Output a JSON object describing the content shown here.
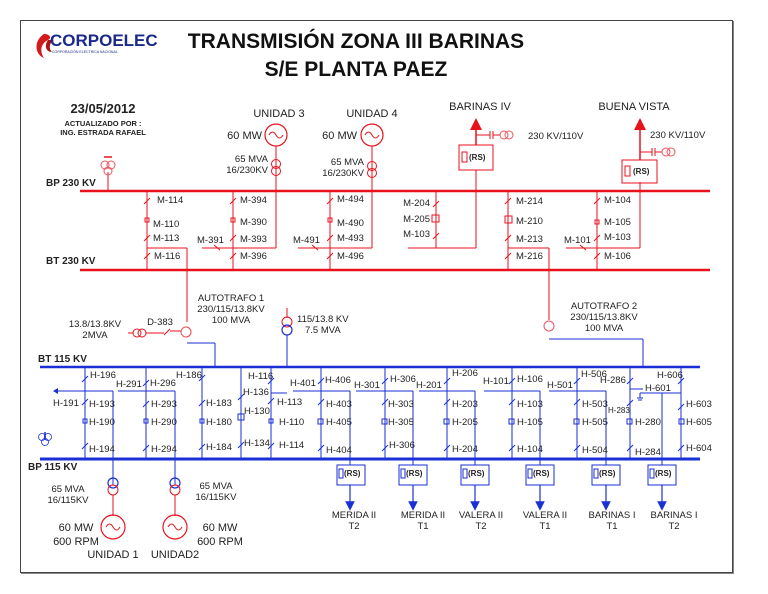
{
  "logo": {
    "name": "CORPOELEC",
    "subtitle": "CORPORACIÓN ELÉCTRICA NACIONAL"
  },
  "title": {
    "line1": "TRANSMISIÓN ZONA III BARINAS",
    "line2": "S/E PLANTA PAEZ"
  },
  "info": {
    "date": "23/05/2012",
    "updated_by_label": "ACTUALIZADO POR :",
    "updated_by": "ING. ESTRADA RAFAEL"
  },
  "colors": {
    "hv_230": "#e8121c",
    "hv_115": "#1a2fd6",
    "frame": "#444444"
  },
  "buses": {
    "bp230": "BP 230 KV",
    "bt230": "BT 230 KV",
    "bt115": "BT 115 KV",
    "bp115": "BP 115 KV"
  },
  "units": {
    "u3": {
      "name": "UNIDAD 3",
      "power": "60 MW",
      "tr_mva": "65 MVA",
      "tr_kv": "16/230KV"
    },
    "u4": {
      "name": "UNIDAD 4",
      "power": "60 MW",
      "tr_mva": "65 MVA",
      "tr_kv": "16/230KV"
    },
    "u1": {
      "name": "UNIDAD 1",
      "power": "60 MW",
      "rpm": "600 RPM",
      "tr_mva": "65 MVA",
      "tr_kv": "16/115KV"
    },
    "u2": {
      "name": "UNIDAD2",
      "power": "60 MW",
      "rpm": "600 RPM",
      "tr_mva": "65 MVA",
      "tr_kv": "16/115KV"
    }
  },
  "lines_230": {
    "barinas_iv": {
      "name": "BARINAS IV",
      "pt": "230 KV/110V",
      "rs": "(RS)"
    },
    "buena_vista": {
      "name": "BUENA VISTA",
      "pt": "230 KV/110V",
      "rs": "(RS)"
    }
  },
  "autotrafos": {
    "at1": {
      "name": "AUTOTRAFO 1",
      "kv": "230/115/13.8KV",
      "mva": "100 MVA"
    },
    "at2": {
      "name": "AUTOTRAFO 2",
      "kv": "230/115/13.8KV",
      "mva": "100 MVA"
    }
  },
  "aux": {
    "tr_13_8": {
      "kv": "13.8/13.8KV",
      "mva": "2MVA",
      "switch": "D-383"
    },
    "tr_115_13_8": {
      "kv": "115/13.8 KV",
      "mva": "7.5 MVA"
    }
  },
  "switches_230": {
    "bay1": [
      "M-114",
      "M-110",
      "M-113",
      "M-116"
    ],
    "bay3": [
      "M-394",
      "M-390",
      "M-391",
      "M-393",
      "M-396"
    ],
    "bay4": [
      "M-494",
      "M-490",
      "M-491",
      "M-493",
      "M-496"
    ],
    "bay_b4": [
      "M-204",
      "M-205",
      "M-103"
    ],
    "bay2": [
      "M-214",
      "M-210",
      "M-213",
      "M-216"
    ],
    "bay_bv": [
      "M-104",
      "M-105",
      "M-101",
      "M-103",
      "M-106"
    ]
  },
  "switches_115": {
    "bay19": [
      "H-196",
      "H-191",
      "H-193",
      "H-190",
      "H-194"
    ],
    "bay29": [
      "H-291",
      "H-296",
      "H-293",
      "H-290",
      "H-294"
    ],
    "bay18": [
      "H-186",
      "H-183",
      "H-180",
      "H-184"
    ],
    "bay11": [
      "H-116",
      "H-136",
      "H-130",
      "H-134",
      "H-113",
      "H-110",
      "H-114"
    ],
    "bay40": [
      "H-401",
      "H-406",
      "H-403",
      "H-405",
      "H-404"
    ],
    "bay30": [
      "H-301",
      "H-306",
      "H-303",
      "H-305",
      "H-306"
    ],
    "bay20": [
      "H-201",
      "H-206",
      "H-203",
      "H-205",
      "H-204"
    ],
    "bay10": [
      "H-101",
      "H-106",
      "H-103",
      "H-105",
      "H-104"
    ],
    "bay50": [
      "H-501",
      "H-506",
      "H-503",
      "H-505",
      "H-504"
    ],
    "bay28": [
      "H-286",
      "H-283",
      "H-280",
      "H-284"
    ],
    "bay60": [
      "H-606",
      "H-601",
      "H-603",
      "H-605",
      "H-604"
    ]
  },
  "feeders_115": [
    {
      "name": "MERIDA II",
      "tr": "T2",
      "rs": "(RS)"
    },
    {
      "name": "MERIDA II",
      "tr": "T1",
      "rs": "(RS)"
    },
    {
      "name": "VALERA II",
      "tr": "T2",
      "rs": "(RS)"
    },
    {
      "name": "VALERA II",
      "tr": "T1",
      "rs": "(RS)"
    },
    {
      "name": "BARINAS I",
      "tr": "T1",
      "rs": "(RS)"
    },
    {
      "name": "BARINAS I",
      "tr": "T2",
      "rs": "(RS)"
    }
  ]
}
